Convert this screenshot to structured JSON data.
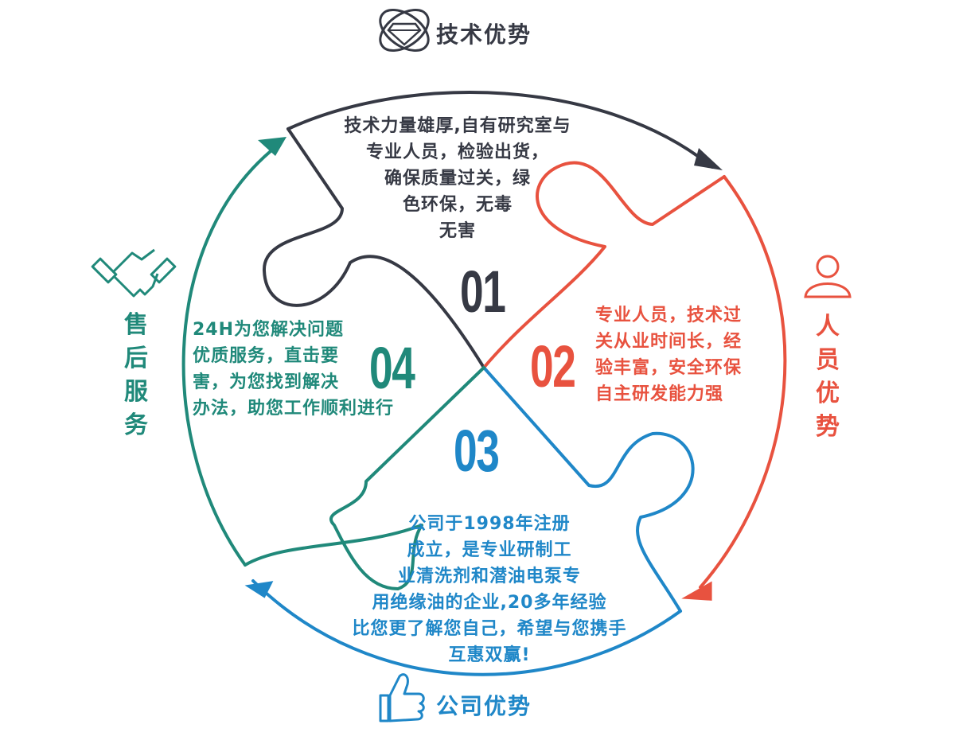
{
  "colors": {
    "dark": "#363944",
    "red": "#e8523f",
    "blue": "#1f87c8",
    "teal": "#20897a"
  },
  "icons": {
    "tech": "diamond-icon",
    "people": "person-icon",
    "company": "thumbs-up-icon",
    "service": "handshake-icon"
  },
  "titles": {
    "tech": "技术优势",
    "people": [
      "人",
      "员",
      "优",
      "势"
    ],
    "company": "公司优势",
    "service": [
      "售",
      "后",
      "服",
      "务"
    ]
  },
  "pieces": {
    "p01": {
      "number": "01",
      "lines": [
        "技术力量雄厚,自有研究室与",
        "专业人员，检验出货，",
        "确保质量过关，绿",
        "色环保，无毒",
        "无害"
      ]
    },
    "p02": {
      "number": "02",
      "lines": [
        "专业人员，技术过",
        "关从业时间长，经",
        "验丰富，安全环保",
        "自主研发能力强"
      ]
    },
    "p03": {
      "number": "03",
      "lines": [
        "公司于1998年注册",
        "成立，是专业研制工",
        "业清洗剂和潜油电泵专",
        "用绝缘油的企业,20多年经验",
        "比您更了解您自己，希望与您携手",
        "互惠双赢!"
      ]
    },
    "p04": {
      "number": "04",
      "lines": [
        "24H为您解决问题",
        "优质服务，直击要",
        "害，为您找到解决",
        "办法，助您工作顺利进行"
      ]
    }
  }
}
